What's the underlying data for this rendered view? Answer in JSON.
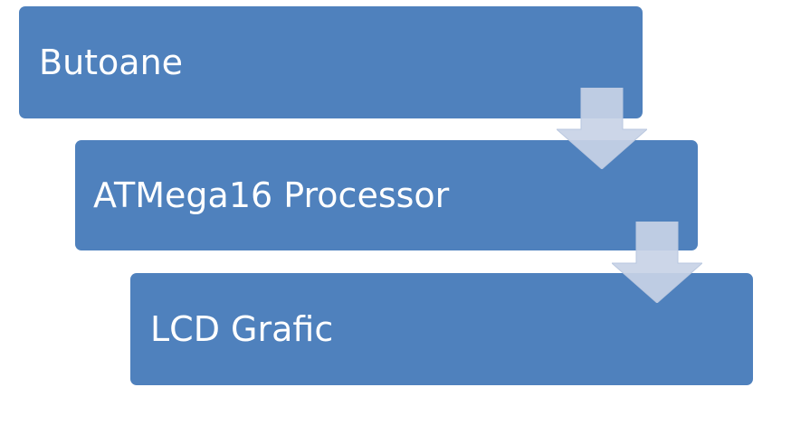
{
  "steps": [
    {
      "label": "Butoane"
    },
    {
      "label": "ATMega16 Processor"
    },
    {
      "label": "LCD Grafic"
    }
  ],
  "colors": {
    "box_fill": "#4f81bd",
    "box_text": "#ffffff",
    "arrow_fill": "#c8d3e6",
    "arrow_stroke": "#b9c7df"
  }
}
